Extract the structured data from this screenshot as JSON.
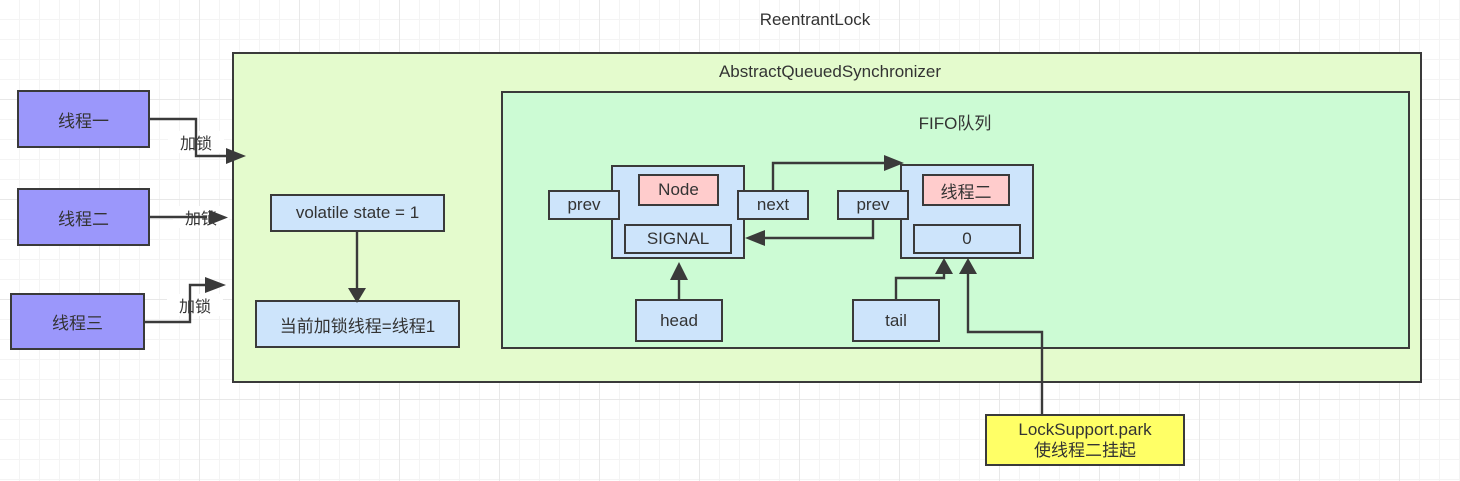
{
  "diagram": {
    "title": "ReentrantLock",
    "outer_container": {
      "label": "AbstractQueuedSynchronizer"
    },
    "inner_container": {
      "label": "FIFO队列"
    },
    "threads": [
      {
        "label": "线程一",
        "edge_label": "加锁"
      },
      {
        "label": "线程二",
        "edge_label": "加锁"
      },
      {
        "label": "线程三",
        "edge_label": "加锁"
      }
    ],
    "state": {
      "volatile_state": "volatile state = 1",
      "current_owner": "当前加锁线程=线程1"
    },
    "queue": {
      "head_pointer": "head",
      "tail_pointer": "tail",
      "node1": {
        "prev": "prev",
        "next": "next",
        "payload": "Node",
        "wait_status": "SIGNAL"
      },
      "node2": {
        "prev": "prev",
        "payload": "线程二",
        "wait_status": "0"
      }
    },
    "park_note": {
      "line1": "LockSupport.park",
      "line2": "使线程二挂起"
    },
    "colors": {
      "outer_green": "#e4fbcd",
      "inner_green": "#ccfbd4",
      "thread_purple": "#9b97fb",
      "box_blue": "#cde4fb",
      "payload_pink": "#ffcccc",
      "note_yellow": "#ffff66",
      "stroke": "#3a3a3a"
    }
  }
}
